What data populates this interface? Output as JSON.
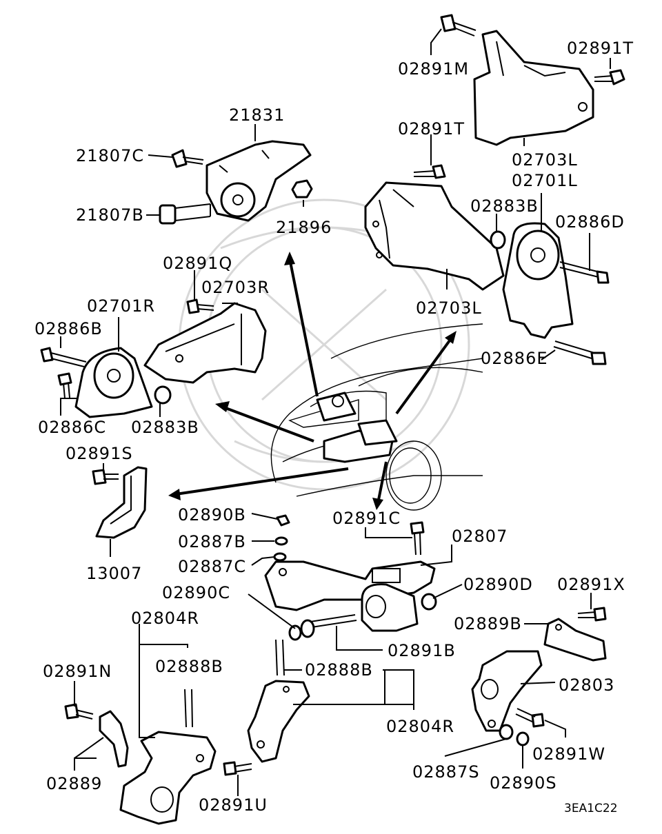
{
  "labels": {
    "l21831": "21831",
    "l21807C": "21807C",
    "l21807B": "21807B",
    "l21896": "21896",
    "l02891M": "02891M",
    "l02891T_top": "02891T",
    "l02891T_mid": "02891T",
    "l02703L_top": "02703L",
    "l02701L": "02701L",
    "l02883B_right": "02883B",
    "l02886D": "02886D",
    "l02703L_mid": "02703L",
    "l02886E": "02886E",
    "l02891Q": "02891Q",
    "l02703R": "02703R",
    "l02701R": "02701R",
    "l02886B": "02886B",
    "l02886C": "02886C",
    "l02883B_left": "02883B",
    "l02891S": "02891S",
    "l13007": "13007",
    "l02890B": "02890B",
    "l02887B": "02887B",
    "l02887C": "02887C",
    "l02891C": "02891C",
    "l02807": "02807",
    "l02890C": "02890C",
    "l02890D": "02890D",
    "l02891X": "02891X",
    "l02889B": "02889B",
    "l02891B": "02891B",
    "l02804R_left": "02804R",
    "l02888B_left": "02888B",
    "l02891N": "02891N",
    "l02888B_mid": "02888B",
    "l02803": "02803",
    "l02804R_right": "02804R",
    "l02889": "02889",
    "l02891U": "02891U",
    "l02887S": "02887S",
    "l02890S": "02890S",
    "l02891W": "02891W"
  },
  "figure_code": "3EA1C22"
}
